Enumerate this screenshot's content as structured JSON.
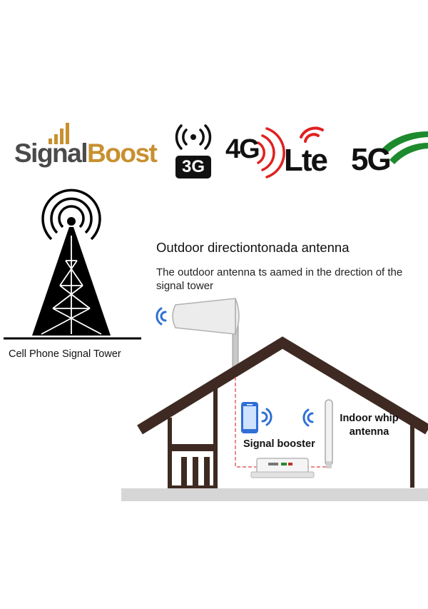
{
  "brand": {
    "signal": "Signal",
    "boost": "Boost"
  },
  "networks": {
    "g3": "3G",
    "g4": "4G",
    "lte": "Lte",
    "g5": "5G"
  },
  "antenna": {
    "title": "Outdoor directiontonada antenna",
    "description": "The outdoor antenna ts aamed in the drection of the signal tower"
  },
  "tower": {
    "caption": "Cell Phone Signal Tower"
  },
  "booster": {
    "label": "Signal booster"
  },
  "whip": {
    "label": "Indoor whip antenna"
  },
  "colors": {
    "house": "#3e2a22",
    "brand_gray": "#4a4a4a",
    "brand_gold": "#c8902f",
    "signal_red": "#e02020",
    "signal_green": "#1e8a2e",
    "wave_blue": "#2f6fd6",
    "cable_red": "#e06060"
  }
}
